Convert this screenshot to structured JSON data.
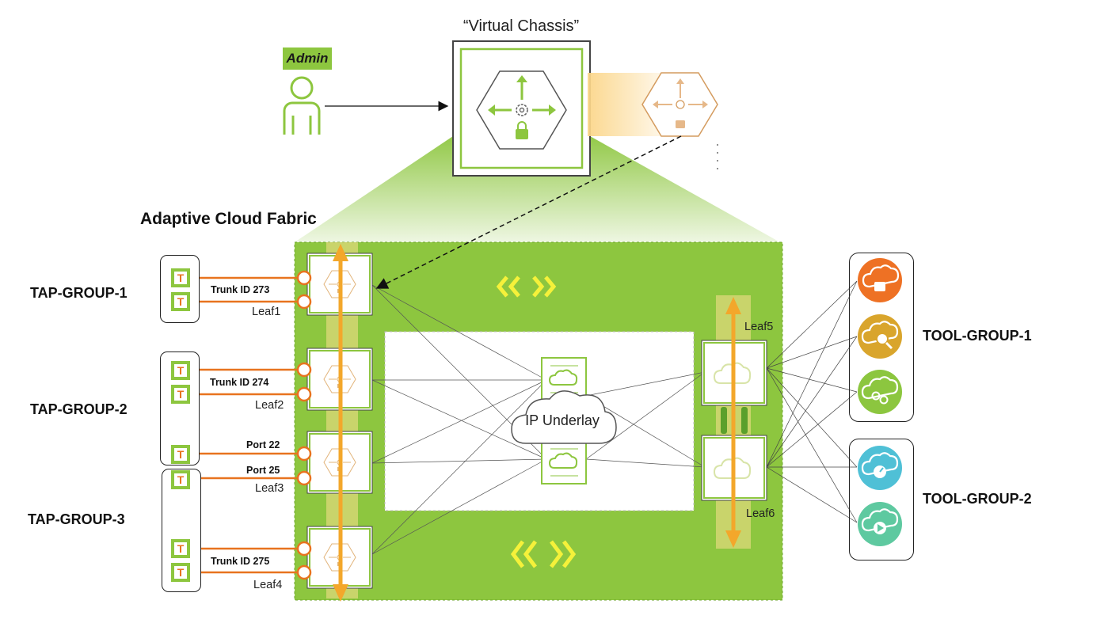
{
  "title": "“Virtual Chassis”",
  "admin": {
    "label": "Admin",
    "icon": "person-icon"
  },
  "fabric_label": "Adaptive Cloud Fabric",
  "underlay_label": "IP Underlay",
  "tap_groups": [
    {
      "label": "TAP-GROUP-1"
    },
    {
      "label": "TAP-GROUP-2"
    },
    {
      "label": "TAP-GROUP-3"
    }
  ],
  "tool_groups": [
    {
      "label": "TOOL-GROUP-1"
    },
    {
      "label": "TOOL-GROUP-2"
    }
  ],
  "tap_marker": "T",
  "links": [
    {
      "label": "Trunk ID 273"
    },
    {
      "label": "Trunk ID 274"
    },
    {
      "label": "Port 22"
    },
    {
      "label": "Port 25"
    },
    {
      "label": "Trunk ID 275"
    }
  ],
  "leaves": [
    "Leaf1",
    "Leaf2",
    "Leaf3",
    "Leaf4",
    "Leaf5",
    "Leaf6"
  ],
  "tools": [
    {
      "icon": "cloud-lock-icon",
      "color": "#ee7124"
    },
    {
      "icon": "cloud-search-icon",
      "color": "#d9a52c"
    },
    {
      "icon": "cloud-link-icon",
      "color": "#8cc63f"
    },
    {
      "icon": "cloud-gauge-icon",
      "color": "#4fc0d6"
    },
    {
      "icon": "cloud-play-icon",
      "color": "#5ec9a0"
    }
  ],
  "colors": {
    "fabric_green": "#8dc63f",
    "link_orange": "#e8731f",
    "arrow_orange": "#f3a72b"
  }
}
